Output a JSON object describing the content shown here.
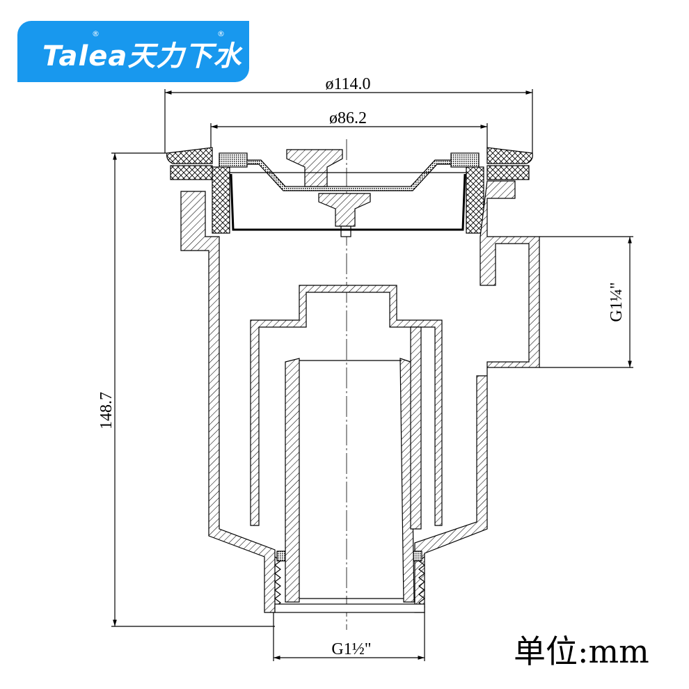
{
  "logo": {
    "brand": "Talea",
    "name_cn": "天力下水",
    "reg_mark": "®",
    "color": "#1898ee"
  },
  "dimensions": {
    "outer_diameter": "ø114.0",
    "inner_diameter": "ø86.2",
    "height": "148.7",
    "side_thread": "G1¼\"",
    "bottom_thread": "G1½\""
  },
  "unit_label": "单位:mm"
}
